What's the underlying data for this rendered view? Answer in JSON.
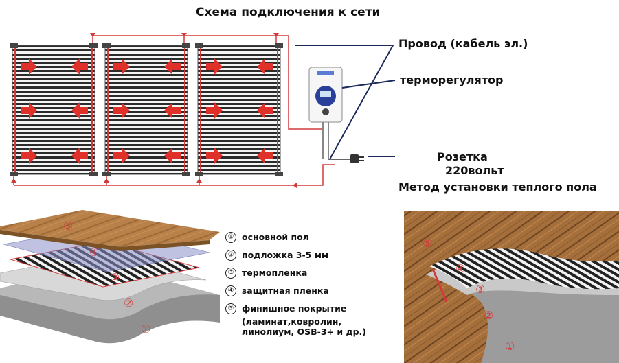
{
  "title": "Схема подключения к сети",
  "labels": {
    "wire": "Провод (кабель эл.)",
    "thermostat": "терморегулятор",
    "socket": "Розетка",
    "voltage": "220вольт",
    "method": "Метод установки теплого пола"
  },
  "layer_markers": [
    "①",
    "②",
    "③",
    "④",
    "⑤"
  ],
  "legend": [
    {
      "num": "①",
      "text": "основной пол"
    },
    {
      "num": "②",
      "text": "подложка 3-5 мм"
    },
    {
      "num": "③",
      "text": "термопленка"
    },
    {
      "num": "④",
      "text": "защитная пленка"
    },
    {
      "num": "⑤",
      "text": "финишное покрытие",
      "sub": "(ламинат,ковролин, линолиум, OSB-3+ и др.)"
    }
  ],
  "colors": {
    "wire_red": "#d23a3a",
    "wire_blue": "#1a2a5a",
    "arrow_red": "#e0302a",
    "film_stripe": "#2b2b2b",
    "wood": "#b8814a",
    "concrete": "#9a9a9a"
  }
}
